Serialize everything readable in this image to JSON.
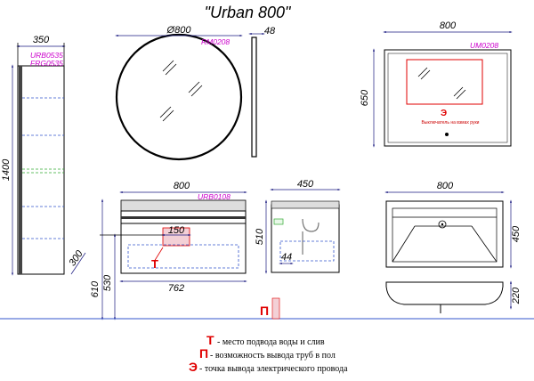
{
  "title": "\"Urban 800\"",
  "column": {
    "width": "350",
    "height": "1400",
    "code1": "URB0535",
    "code2": "FRG0535",
    "depth": "300"
  },
  "mirror": {
    "diameter": "Ø800",
    "code": "RM0208",
    "depth": "48"
  },
  "cabinet": {
    "width": "800",
    "height": "650",
    "code": "UM0208",
    "switch_marker": "Э",
    "switch_note": "Выключатель на взмах руки"
  },
  "vanity": {
    "width": "800",
    "code": "URB0108",
    "pipe_offset": "150",
    "inner_width": "762",
    "mount_height_1": "610",
    "mount_height_2": "530",
    "water_marker": "Т"
  },
  "side": {
    "width": "450",
    "height": "510",
    "offset": "44"
  },
  "basin": {
    "width": "800",
    "depth": "450",
    "height": "220"
  },
  "floor_marker": "П",
  "legend": [
    {
      "marker": "Т",
      "text": " - место подвода воды и слив"
    },
    {
      "marker": "П",
      "text": " - возможность вывода труб в пол"
    },
    {
      "marker": "Э",
      "text": " - точка вывода электрического провода"
    }
  ],
  "colors": {
    "marker": "#e00000",
    "code": "#cc00cc",
    "dimension_line": "#1a1a80",
    "accent_line": "#33aa33",
    "blue_line": "#3355cc"
  }
}
